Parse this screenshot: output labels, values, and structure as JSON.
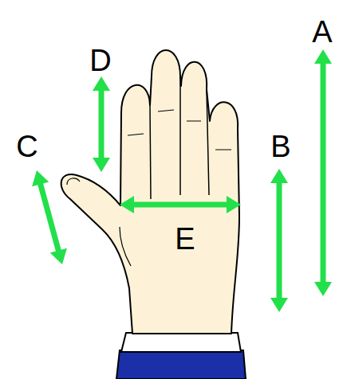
{
  "diagram": {
    "labels": [
      "A",
      "D",
      "C",
      "B",
      "E"
    ]
  }
}
